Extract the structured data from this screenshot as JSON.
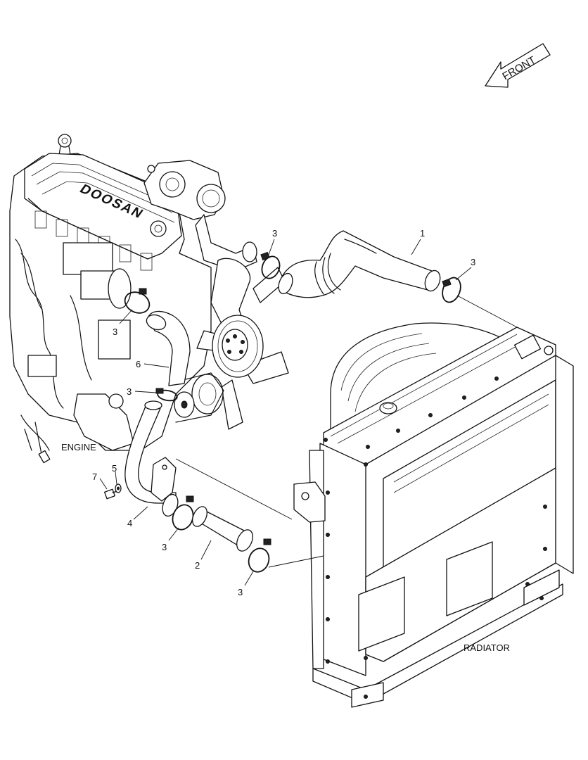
{
  "labels": {
    "front": "FRONT",
    "engine": "ENGINE",
    "radiator": "RADIATOR",
    "engine_brand": "DOOSAN"
  },
  "callouts": {
    "hose_1": "1",
    "clamp_3_top": "3",
    "clamp_3_right": "3",
    "clamp_3_engine": "3",
    "hose_6": "6",
    "clamp_3_middle": "3",
    "bolt_7": "7",
    "washer_5": "5",
    "pipe_4": "4",
    "clamp_3_lower": "3",
    "hose_2": "2",
    "clamp_3_bottom": "3"
  },
  "colors": {
    "line": "#111111",
    "background": "#ffffff"
  }
}
